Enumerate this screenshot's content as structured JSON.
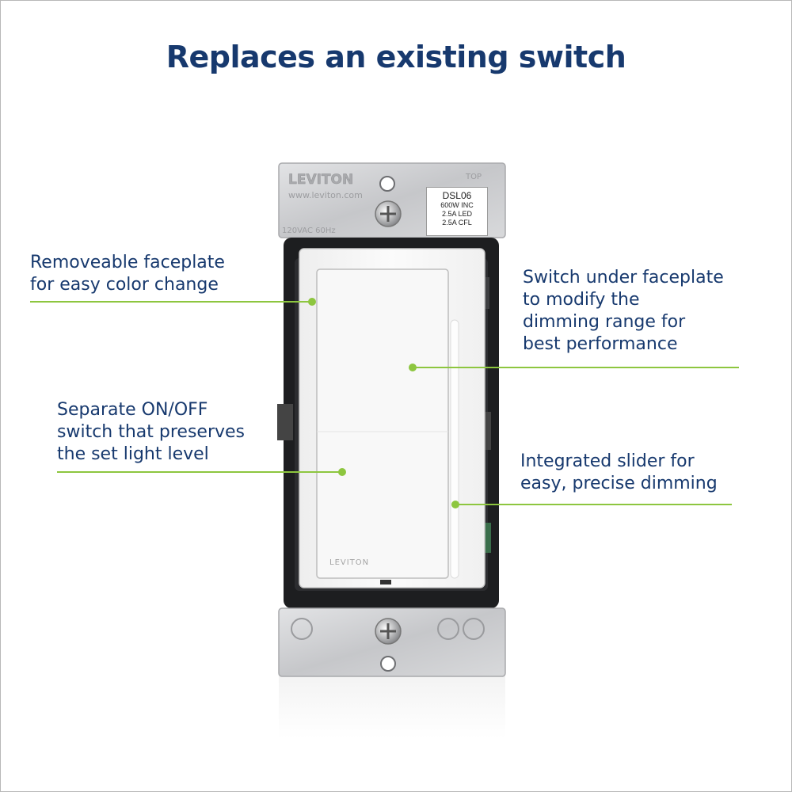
{
  "title": "Replaces an existing switch",
  "product": {
    "brand": "LEVITON",
    "website": "www.leviton.com",
    "top_marker": "TOP",
    "rating_stamp": "120VAC 60Hz",
    "label": {
      "model": "DSL06",
      "specs": [
        "600W INC",
        "2.5A LED",
        "2.5A CFL"
      ]
    },
    "rocker_brand": "LEVITON"
  },
  "callouts": {
    "faceplate": [
      "Removeable faceplate",
      "for easy color change"
    ],
    "dimming_range": [
      "Switch under faceplate",
      "to modify the",
      "dimming range for",
      "best performance"
    ],
    "on_off": [
      "Separate ON/OFF",
      "switch that preserves",
      "the set light level"
    ],
    "slider": [
      "Integrated slider for",
      "easy, precise dimming"
    ]
  },
  "colors": {
    "title": "#17396e",
    "callout_text": "#17396e",
    "leader_line": "#8dc63f",
    "frame": "#b8b8b8",
    "strap_metal": "#c9cacc",
    "faceplate_white": "#f7f7f7"
  }
}
